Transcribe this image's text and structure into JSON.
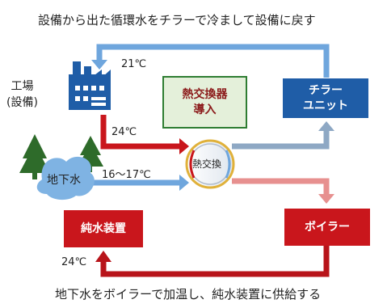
{
  "caption_top": "設備から出た循環水をチラーで冷まして設備に戻す",
  "caption_bottom": "地下水をボイラーで加温し、純水装置に供給する",
  "factory_label": [
    "工場",
    "(設備)"
  ],
  "heat_exchanger_box": [
    "熱交換器",
    "導入"
  ],
  "chiller_box": [
    "チラー",
    "ユニット"
  ],
  "heat_exchanger_label": "熱交換",
  "groundwater_label": "地下水",
  "pure_water_box": "純水装置",
  "boiler_box": "ボイラー",
  "temps": {
    "return_21": "21℃",
    "out_24": "24℃",
    "groundwater": "16〜17℃",
    "pure_in_24": "24℃"
  },
  "colors": {
    "cool_pipe": "#6fa6dd",
    "hot_pipe": "#c9161c",
    "warm_pipe": "#e7908f",
    "boiler_pipe": "#b8141a"
  },
  "icons": [
    "factory-icon",
    "tree-icon",
    "water-icon"
  ]
}
